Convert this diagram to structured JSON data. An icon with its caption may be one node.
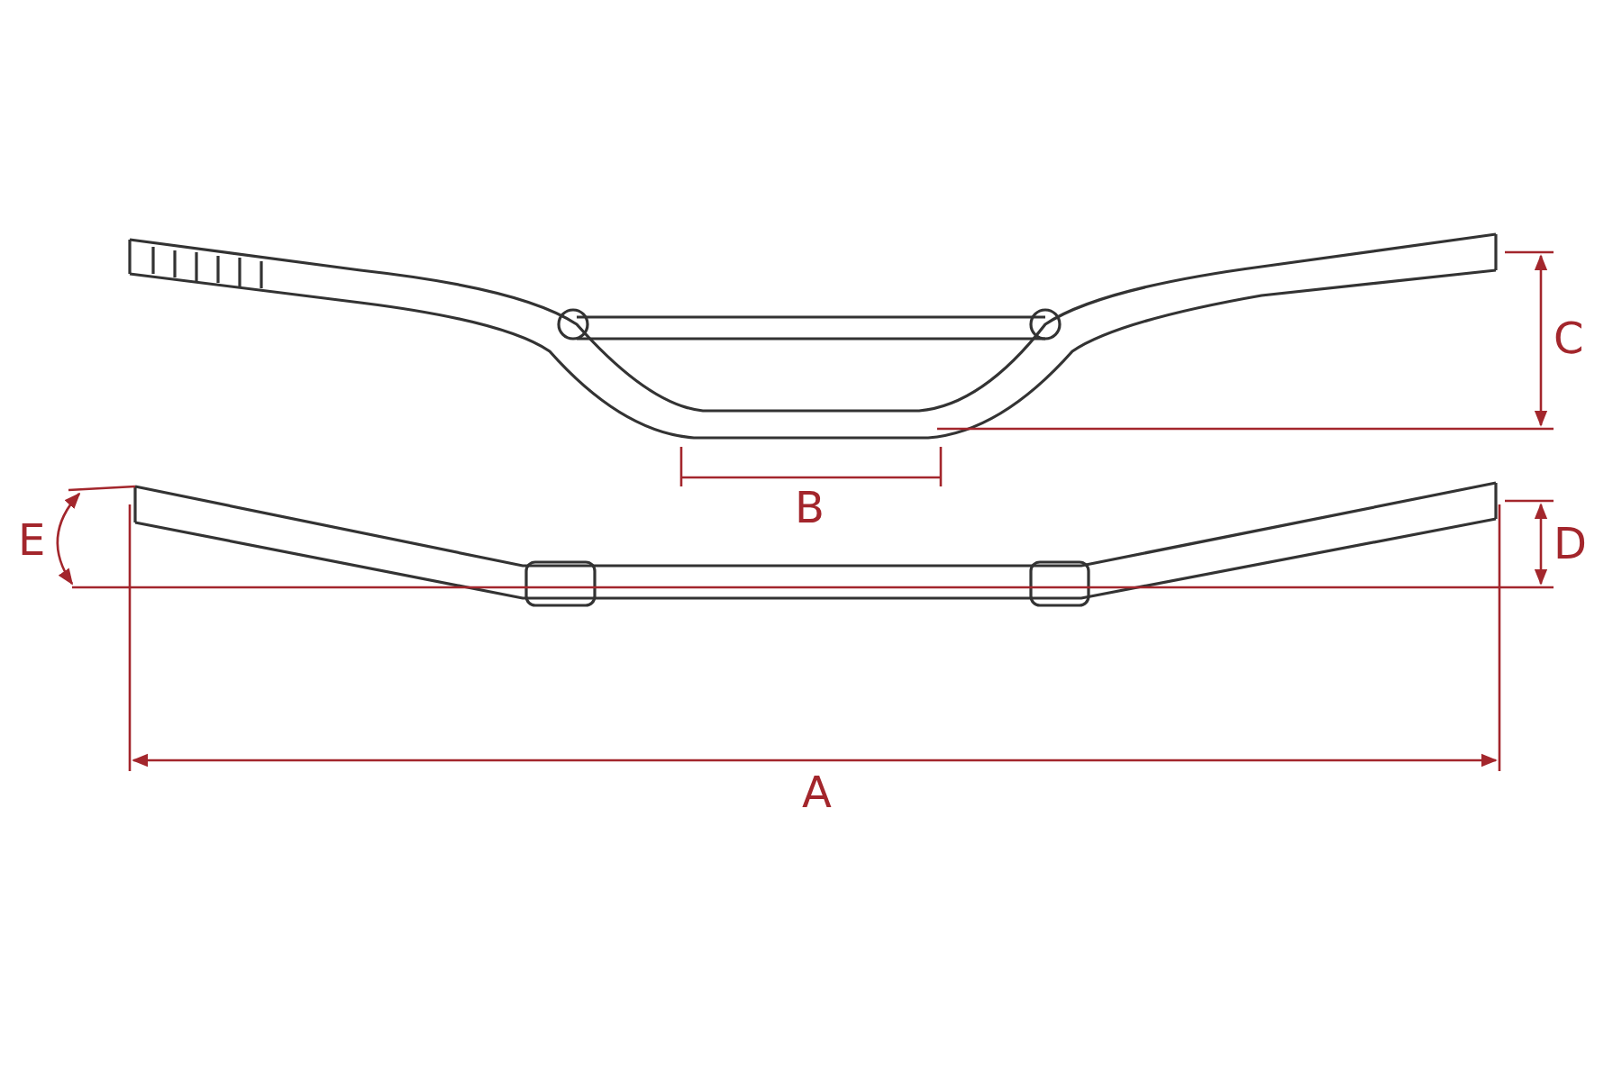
{
  "diagram": {
    "labels": [
      "C",
      "B",
      "E",
      "D",
      "A"
    ]
  }
}
